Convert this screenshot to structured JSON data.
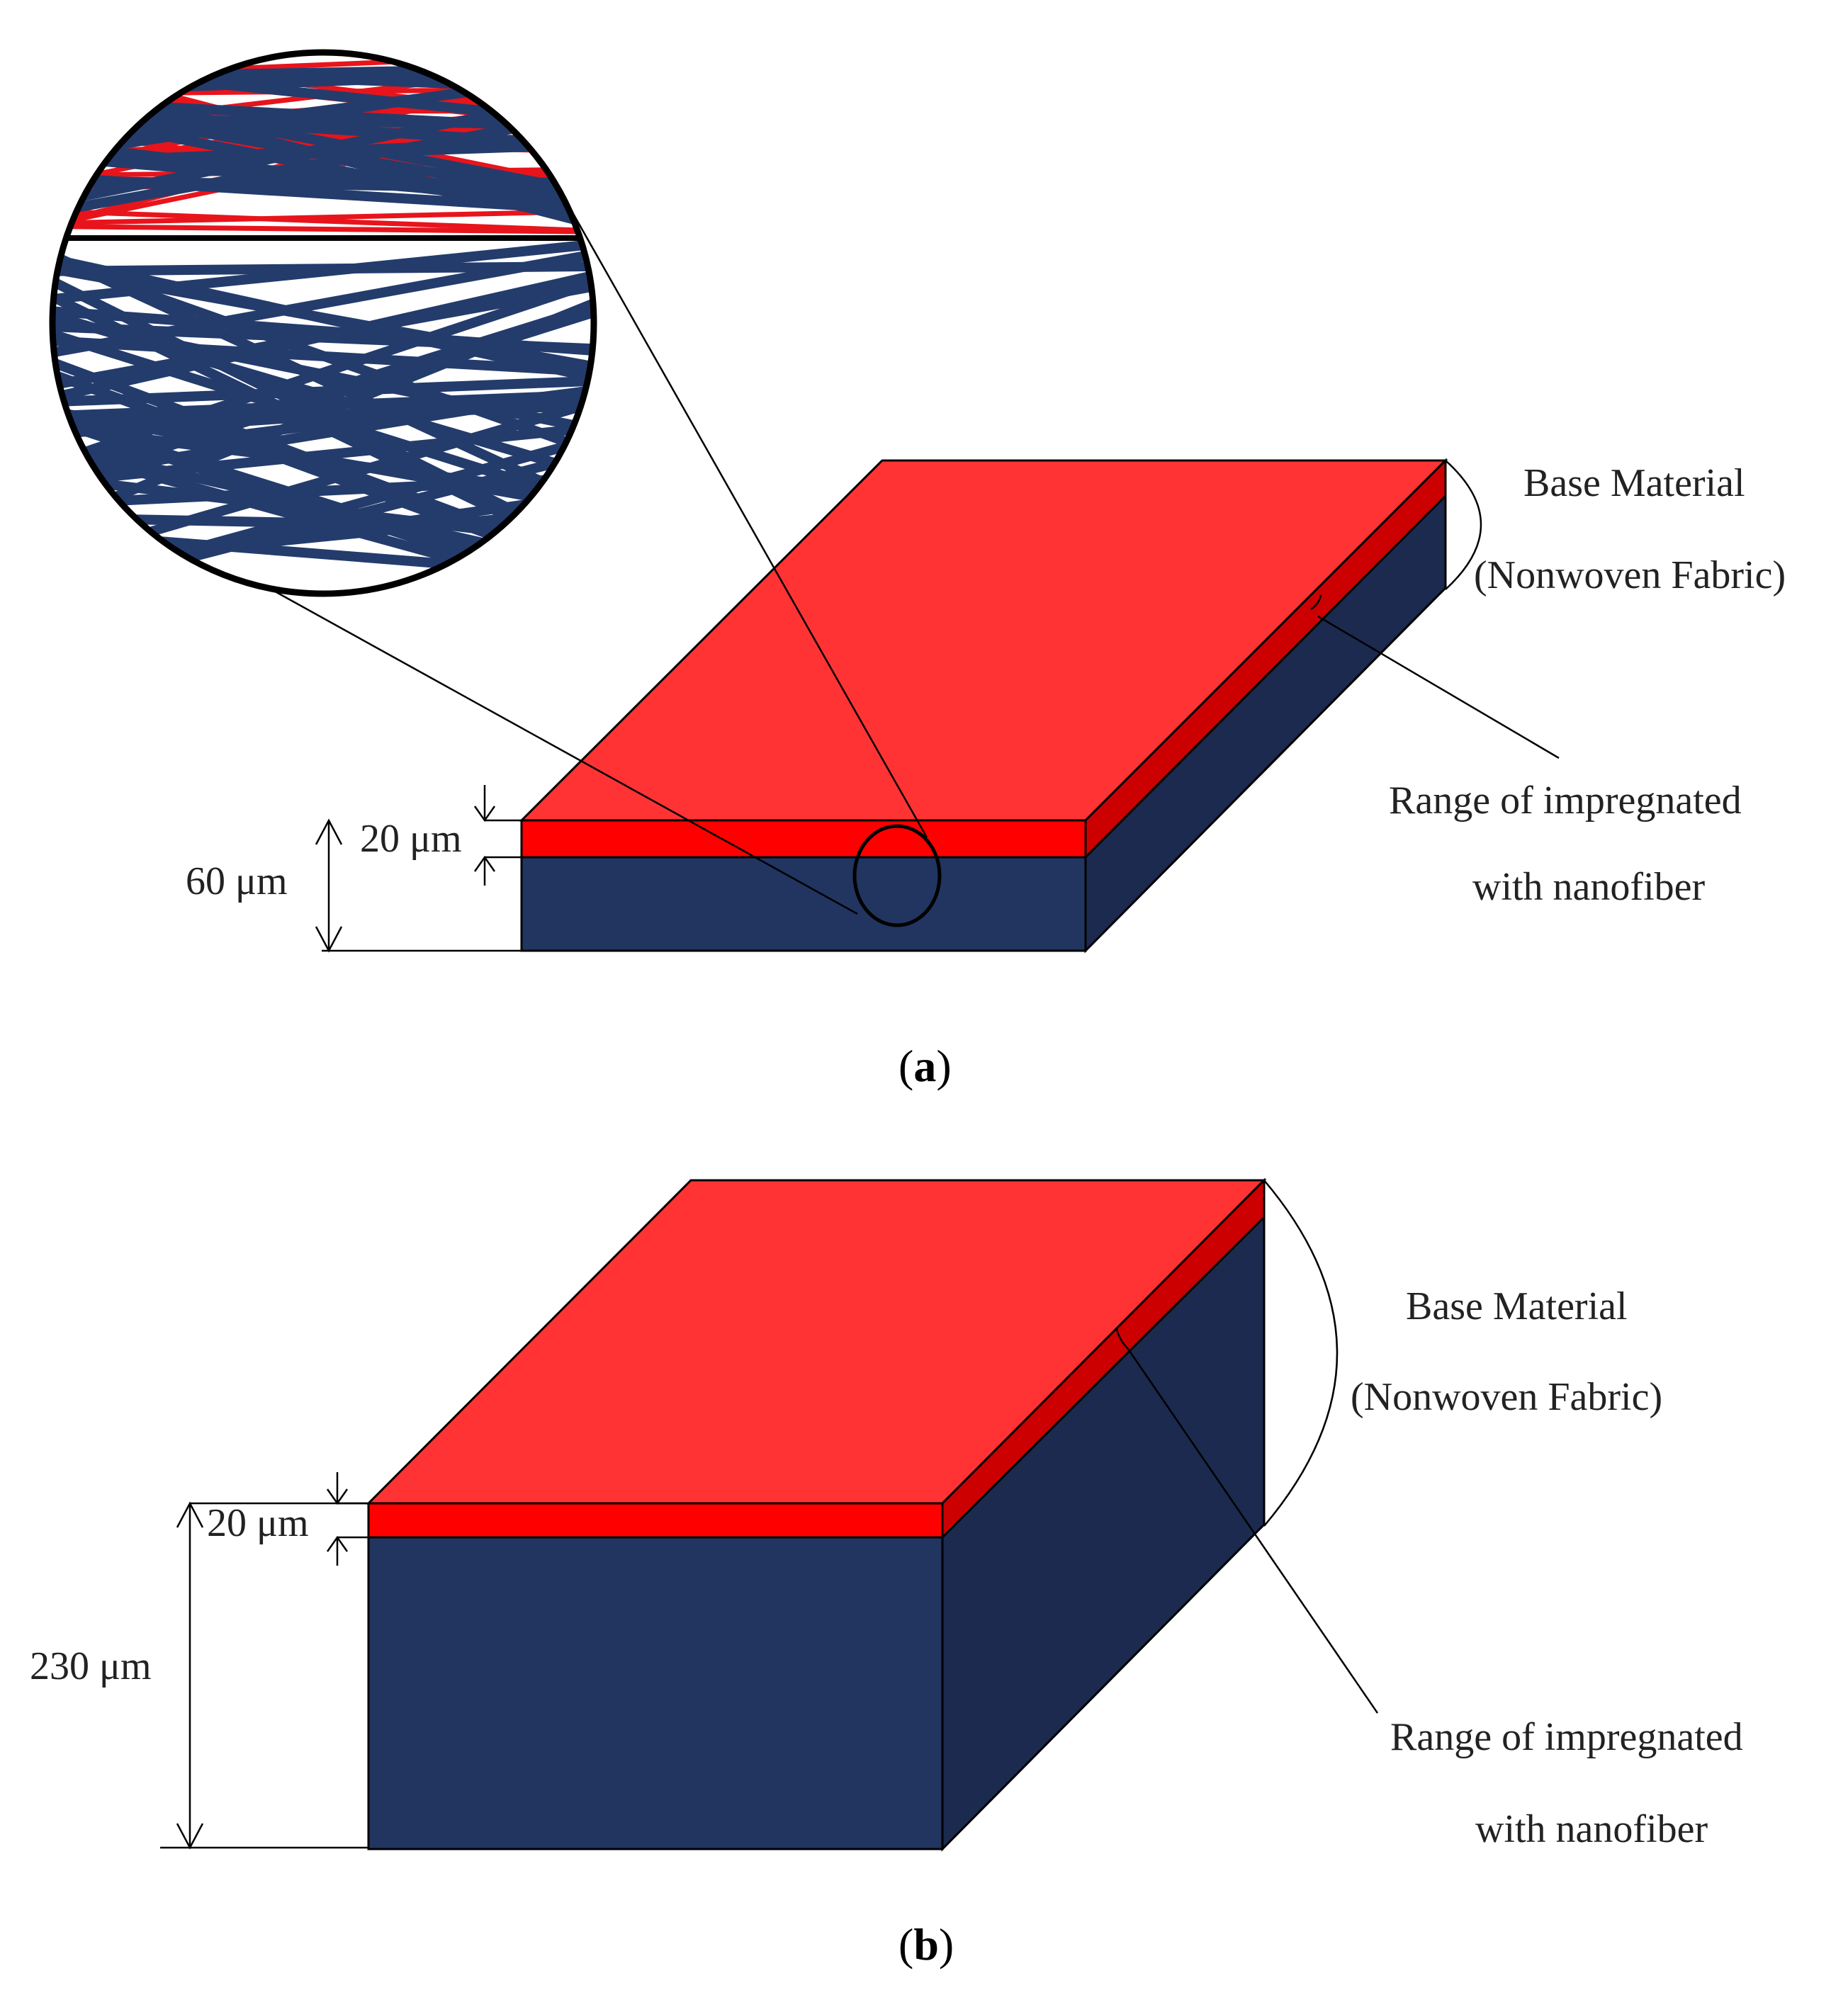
{
  "panel_a": {
    "base_material_line1": "Base Material",
    "base_material_line2": "(Nonwoven Fabric)",
    "range_line1": "Range of impregnated",
    "range_line2": "with nanofiber",
    "dim_top": "20 μm",
    "dim_total": "60 μm",
    "caption_open": "(",
    "caption_letter": "a",
    "caption_close": ")"
  },
  "panel_b": {
    "base_material_line1": "Base Material",
    "base_material_line2": "(Nonwoven Fabric)",
    "range_line1": "Range of impregnated",
    "range_line2": "with nanofiber",
    "dim_top": "20 μm",
    "dim_total": "230 μm",
    "caption_open": "(",
    "caption_letter": "b",
    "caption_close": ")"
  },
  "colors": {
    "nanofiber_top": "#ff3333",
    "nanofiber_layer": "#ff0000",
    "nanofiber_side": "#cc0000",
    "fabric_front": "#213560",
    "fabric_side": "#1b2a4e",
    "fiber_blue": "#243c6c",
    "fiber_red": "#e8141c"
  }
}
